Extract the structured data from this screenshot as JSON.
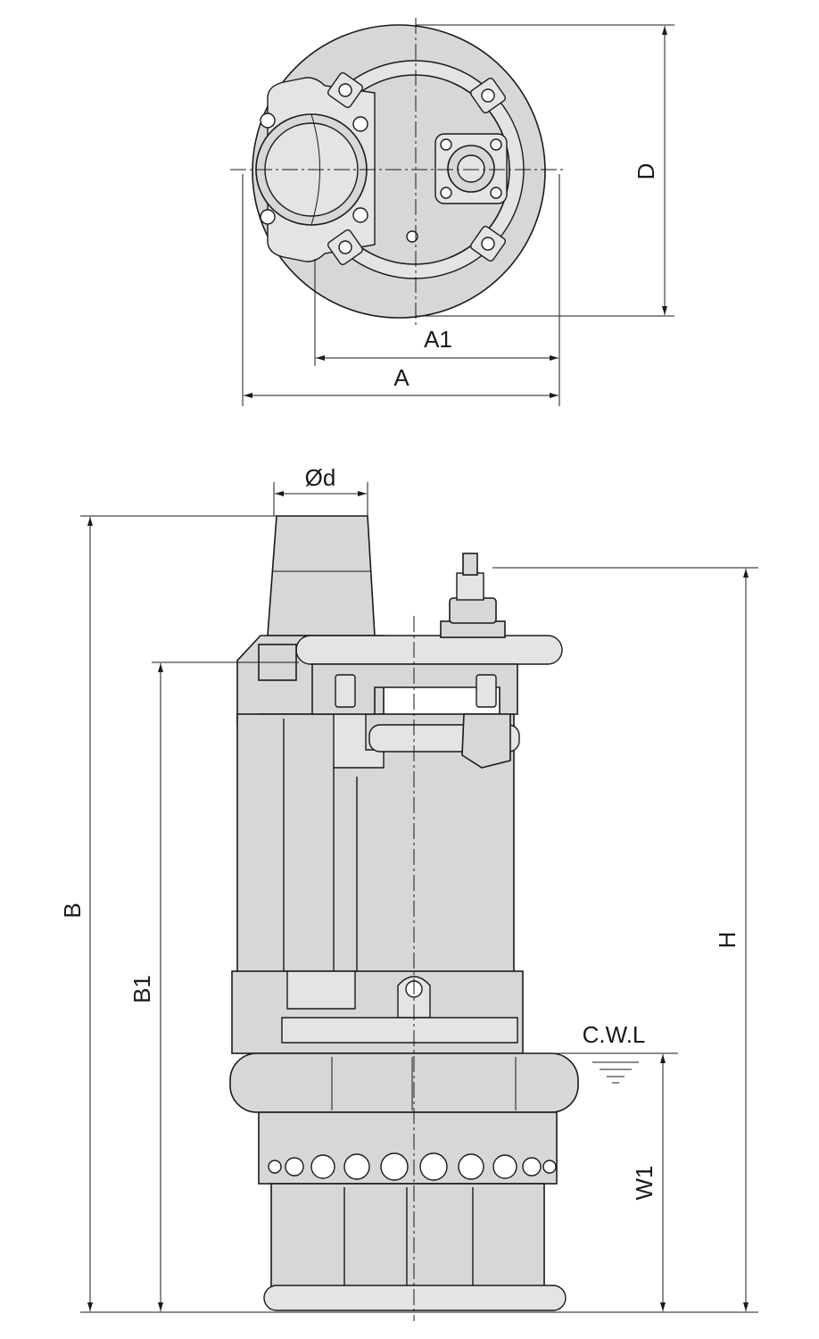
{
  "dimensions": {
    "top_view": {
      "d": "D",
      "a1": "A1",
      "a": "A"
    },
    "side_view": {
      "od": "Ød",
      "b": "B",
      "b1": "B1",
      "h": "H",
      "cwl": "C.W.L",
      "w1": "W1"
    }
  },
  "colors": {
    "body": "#d7d7d7",
    "line": "#1a1a1a",
    "background": "#ffffff"
  }
}
